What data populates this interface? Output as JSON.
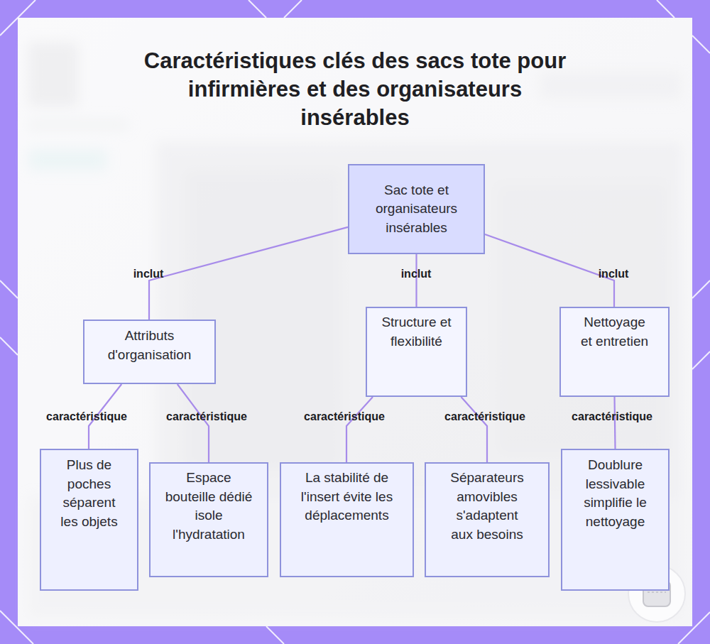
{
  "diagram": {
    "title": "Caractéristiques clés des sacs tote pour infirmières et des organisateurs insérables",
    "nodes": [
      {
        "text": [
          "Sac tote et organisateurs insérables"
        ]
      },
      {
        "text": [
          "Attributs d'organisation"
        ]
      },
      {
        "text": [
          "Structure et flexibilité"
        ]
      },
      {
        "text": [
          "Nettoyage et entretien"
        ]
      },
      {
        "text": [
          "Plus de poches séparent les objets"
        ]
      },
      {
        "text": [
          "Espace bouteille dédié isole l'hydratation"
        ]
      },
      {
        "text": [
          "La stabilité de l'insert évite les déplacements"
        ]
      },
      {
        "text": [
          "Séparateurs amovibles s'adaptent aux besoins"
        ]
      },
      {
        "text": [
          "Doublure lessivable simplifie le nettoyage"
        ]
      }
    ],
    "edges": [
      {
        "from": 0,
        "to": 1,
        "label": "inclut",
        "arrow": "none"
      },
      {
        "from": 0,
        "to": 2,
        "label": "inclut",
        "arrow": "none"
      },
      {
        "from": 0,
        "to": 3,
        "label": "inclut",
        "arrow": "none"
      },
      {
        "from": 1,
        "to": 4,
        "label": "caractéristique",
        "arrow": "none"
      },
      {
        "from": 1,
        "to": 5,
        "label": "caractéristique",
        "arrow": "none"
      },
      {
        "from": 2,
        "to": 6,
        "label": "caractéristique",
        "arrow": "none"
      },
      {
        "from": 2,
        "to": 7,
        "label": "caractéristique",
        "arrow": "none"
      },
      {
        "from": 3,
        "to": 8,
        "label": "caractéristique",
        "arrow": "none"
      }
    ]
  }
}
